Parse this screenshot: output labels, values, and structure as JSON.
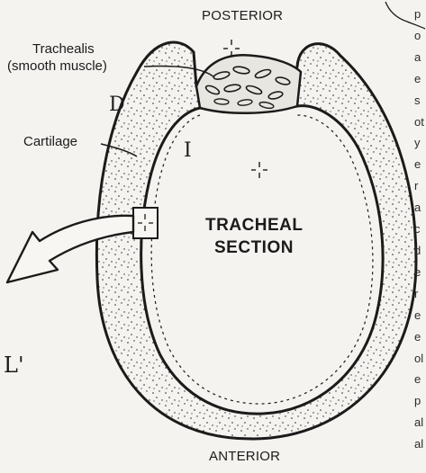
{
  "labels": {
    "posterior": "POSTERIOR",
    "anterior": "ANTERIOR",
    "trachealis_line1": "Trachealis",
    "trachealis_line2": "(smooth muscle)",
    "cartilage": "Cartilage",
    "section_line1": "TRACHEAL",
    "section_line2": "SECTION"
  },
  "annotations": {
    "d": "D",
    "i": "I",
    "l": "L'"
  },
  "margin_letters": [
    "p",
    "o",
    "a",
    "e",
    "s",
    "ot",
    "y",
    "e",
    "r",
    "a",
    "c",
    "d",
    "e",
    "r",
    "e",
    "e",
    "ol",
    "e",
    "p",
    "al",
    "al"
  ],
  "colors": {
    "ink": "#1b1b1b",
    "paper": "#f4f3f0"
  }
}
